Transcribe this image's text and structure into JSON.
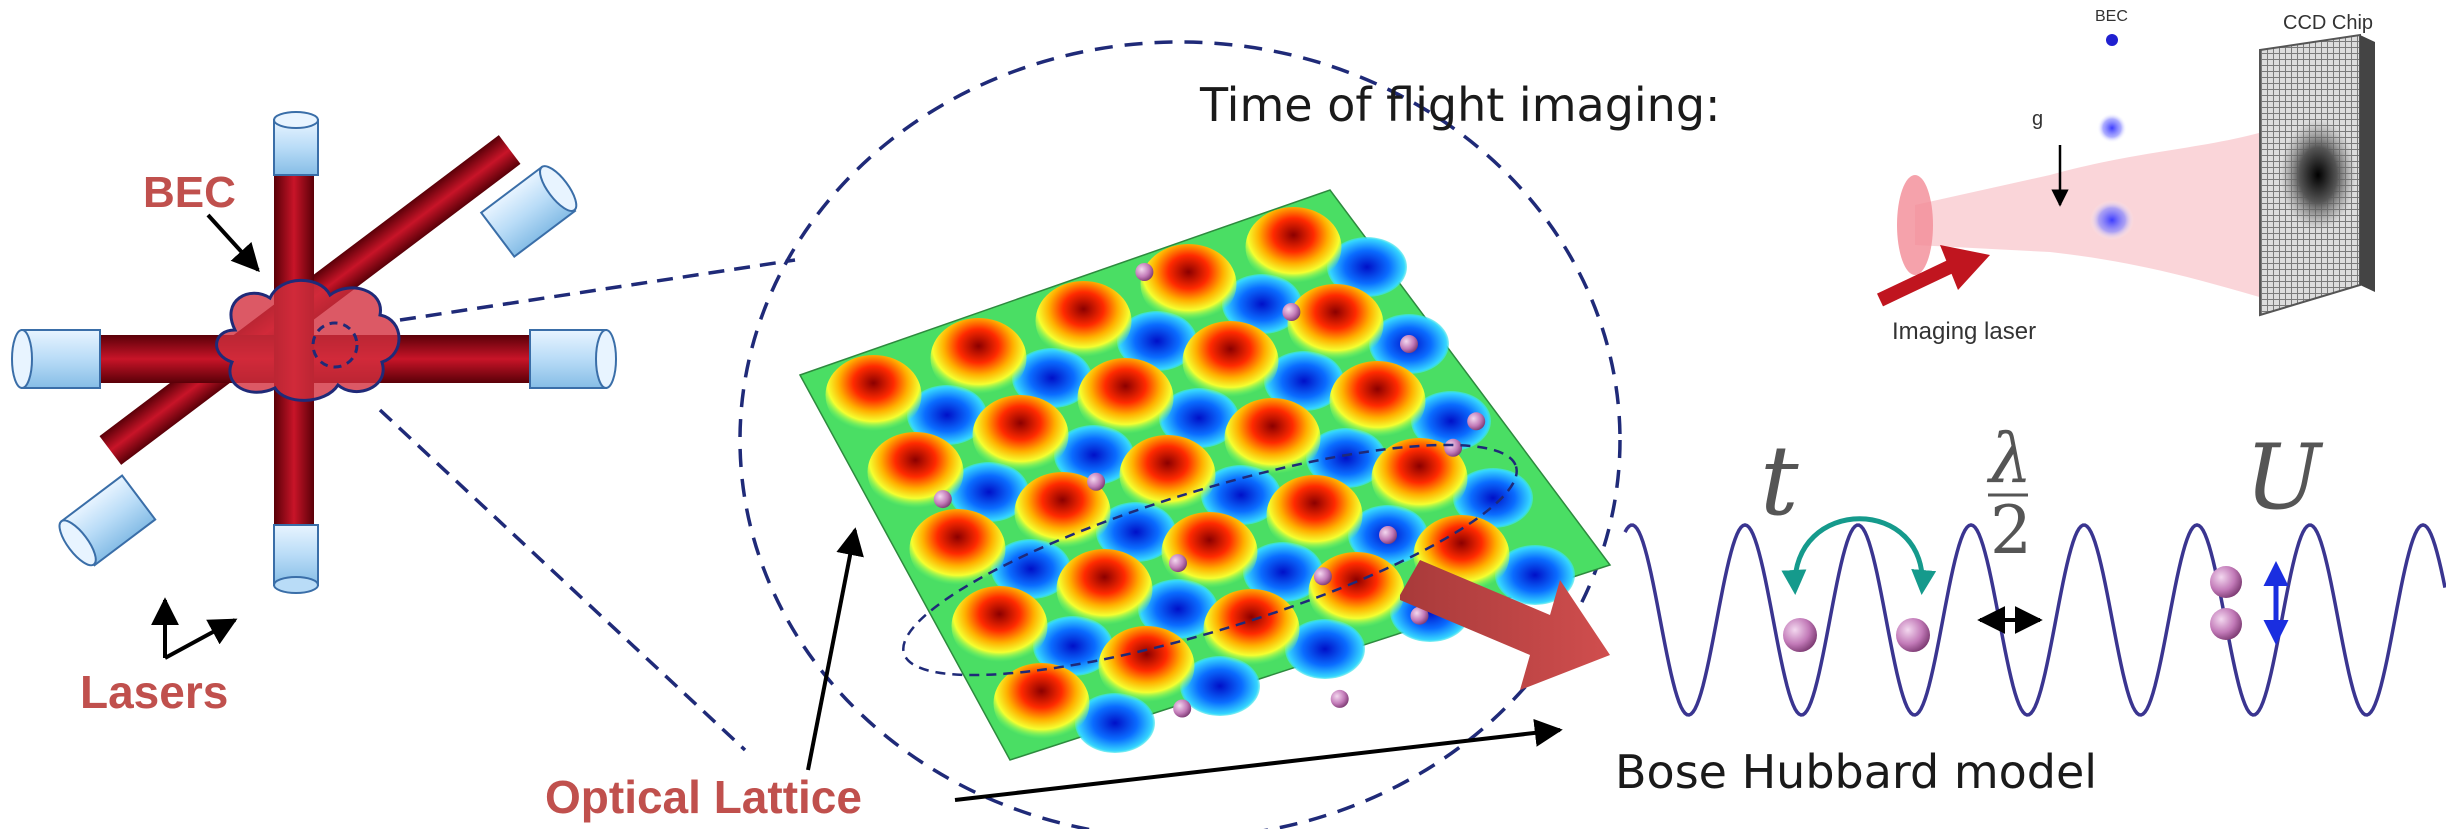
{
  "labels": {
    "bec": "BEC",
    "lasers": "Lasers",
    "optical_lattice": "Optical Lattice",
    "tof": "Time of flight imaging:",
    "bose_hubbard": "Bose Hubbard model"
  },
  "inset": {
    "bec": "BEC",
    "ccd": "CCD Chip",
    "g": "g",
    "imaging_laser": "Imaging laser"
  },
  "hubbard_symbols": {
    "t": "t",
    "lambda": "λ",
    "two": "2",
    "U": "U"
  },
  "colors": {
    "label_red": "#c0504d",
    "beam_red": "#b01020",
    "dashed_navy": "#1f2a78",
    "wave": "#3a3590",
    "atom": "#c27ab8",
    "teal": "#159a8c",
    "blue_arrow": "#1a2ee0",
    "arrow_red": "#c0504d"
  }
}
